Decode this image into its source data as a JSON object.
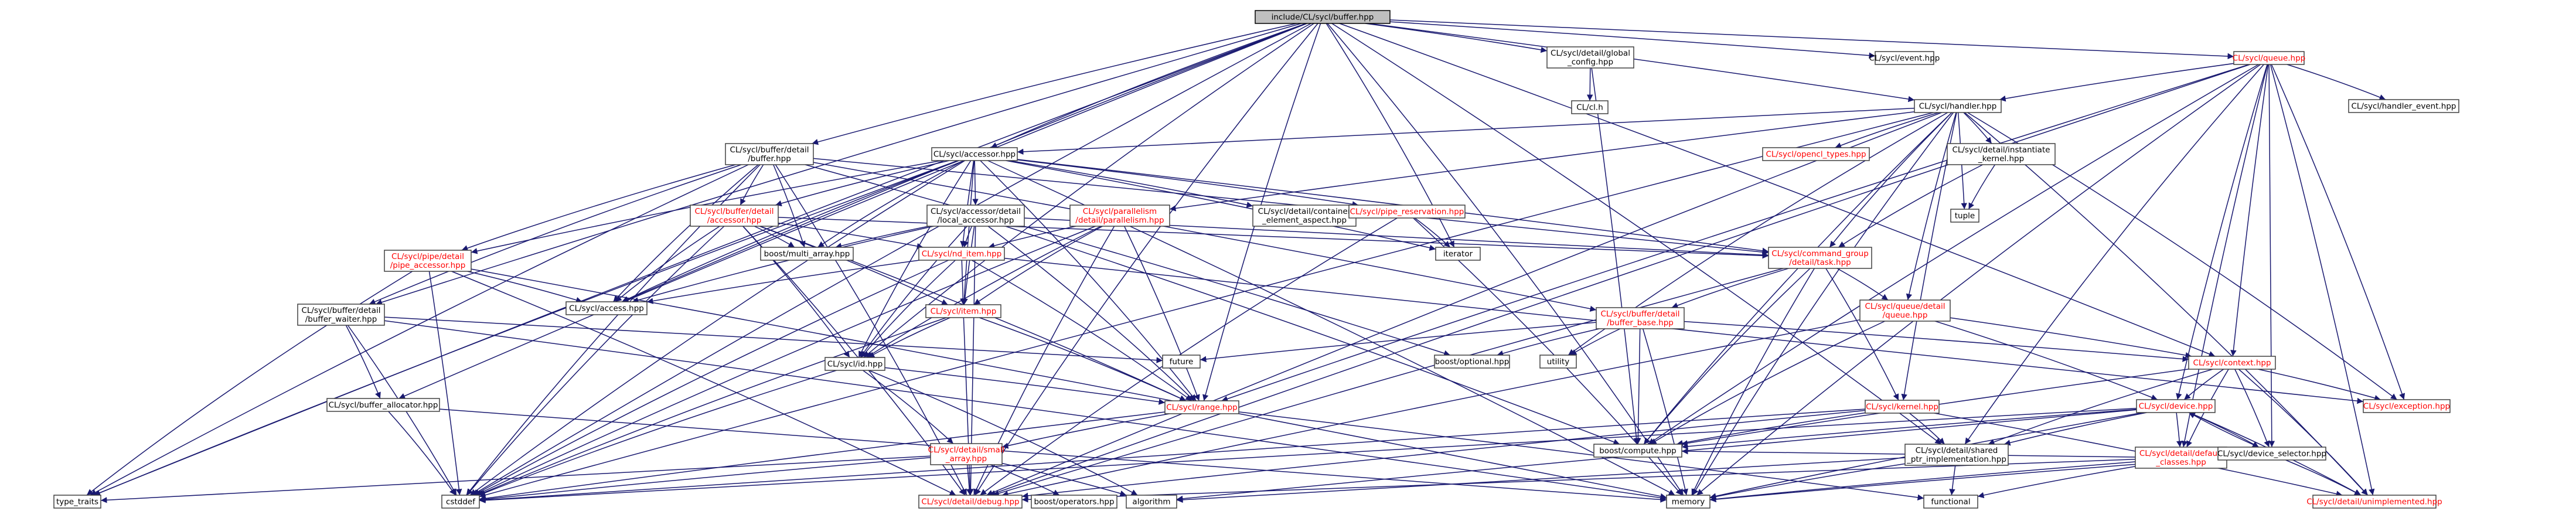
{
  "graph": {
    "colors": {
      "edge": "#191970",
      "root_fill": "#bfbfbf",
      "node_border": "#404040",
      "link_text": "#000000",
      "missing_link_text": "#ff0000"
    },
    "nodes": [
      {
        "id": "root",
        "lines": [
          "include/CL/sycl/buffer.hpp"
        ],
        "root": true,
        "red": false
      },
      {
        "id": "global_config",
        "lines": [
          "CL/sycl/detail/global",
          "_config.hpp"
        ],
        "red": false
      },
      {
        "id": "event",
        "lines": [
          "CL/sycl/event.hpp"
        ],
        "red": false
      },
      {
        "id": "queue",
        "lines": [
          "CL/sycl/queue.hpp"
        ],
        "red": true
      },
      {
        "id": "cl_h",
        "lines": [
          "CL/cl.h"
        ],
        "red": false
      },
      {
        "id": "handler",
        "lines": [
          "CL/sycl/handler.hpp"
        ],
        "red": false
      },
      {
        "id": "handler_event",
        "lines": [
          "CL/sycl/handler_event.hpp"
        ],
        "red": false
      },
      {
        "id": "buf_detail_buffer",
        "lines": [
          "CL/sycl/buffer/detail",
          "/buffer.hpp"
        ],
        "red": false
      },
      {
        "id": "accessor",
        "lines": [
          "CL/sycl/accessor.hpp"
        ],
        "red": false
      },
      {
        "id": "opencl_types",
        "lines": [
          "CL/sycl/opencl_types.hpp"
        ],
        "red": true
      },
      {
        "id": "instantiate_kernel",
        "lines": [
          "CL/sycl/detail/instantiate",
          "_kernel.hpp"
        ],
        "red": false
      },
      {
        "id": "buf_detail_accessor",
        "lines": [
          "CL/sycl/buffer/detail",
          "/accessor.hpp"
        ],
        "red": true
      },
      {
        "id": "acc_local_accessor",
        "lines": [
          "CL/sycl/accessor/detail",
          "/local_accessor.hpp"
        ],
        "red": false
      },
      {
        "id": "parallelism",
        "lines": [
          "CL/sycl/parallelism",
          "/detail/parallelism.hpp"
        ],
        "red": true
      },
      {
        "id": "container_element",
        "lines": [
          "CL/sycl/detail/container",
          "_element_aspect.hpp"
        ],
        "red": false
      },
      {
        "id": "pipe_reservation",
        "lines": [
          "CL/sycl/pipe_reservation.hpp"
        ],
        "red": true
      },
      {
        "id": "tuple",
        "lines": [
          "tuple"
        ],
        "red": false
      },
      {
        "id": "pipe_accessor",
        "lines": [
          "CL/sycl/pipe/detail",
          "/pipe_accessor.hpp"
        ],
        "red": true
      },
      {
        "id": "multi_array",
        "lines": [
          "boost/multi_array.hpp"
        ],
        "red": false
      },
      {
        "id": "nd_item",
        "lines": [
          "CL/sycl/nd_item.hpp"
        ],
        "red": true
      },
      {
        "id": "iterator",
        "lines": [
          "iterator"
        ],
        "red": false
      },
      {
        "id": "cg_task",
        "lines": [
          "CL/sycl/command_group",
          "/detail/task.hpp"
        ],
        "red": true
      },
      {
        "id": "access",
        "lines": [
          "CL/sycl/access.hpp"
        ],
        "red": false
      },
      {
        "id": "buffer_waiter",
        "lines": [
          "CL/sycl/buffer/detail",
          "/buffer_waiter.hpp"
        ],
        "red": false
      },
      {
        "id": "item",
        "lines": [
          "CL/sycl/item.hpp"
        ],
        "red": true
      },
      {
        "id": "buffer_base",
        "lines": [
          "CL/sycl/buffer/detail",
          "/buffer_base.hpp"
        ],
        "red": true
      },
      {
        "id": "queue_detail",
        "lines": [
          "CL/sycl/queue/detail",
          "/queue.hpp"
        ],
        "red": true
      },
      {
        "id": "future",
        "lines": [
          "future"
        ],
        "red": false
      },
      {
        "id": "optional",
        "lines": [
          "boost/optional.hpp"
        ],
        "red": false
      },
      {
        "id": "utility",
        "lines": [
          "utility"
        ],
        "red": false
      },
      {
        "id": "context",
        "lines": [
          "CL/sycl/context.hpp"
        ],
        "red": true
      },
      {
        "id": "id",
        "lines": [
          "CL/sycl/id.hpp"
        ],
        "red": false
      },
      {
        "id": "buffer_allocator",
        "lines": [
          "CL/sycl/buffer_allocator.hpp"
        ],
        "red": false
      },
      {
        "id": "range",
        "lines": [
          "CL/sycl/range.hpp"
        ],
        "red": true
      },
      {
        "id": "kernel",
        "lines": [
          "CL/sycl/kernel.hpp"
        ],
        "red": true
      },
      {
        "id": "device",
        "lines": [
          "CL/sycl/device.hpp"
        ],
        "red": true
      },
      {
        "id": "exception",
        "lines": [
          "CL/sycl/exception.hpp"
        ],
        "red": true
      },
      {
        "id": "small_array",
        "lines": [
          "CL/sycl/detail/small",
          "_array.hpp"
        ],
        "red": true
      },
      {
        "id": "boost_compute",
        "lines": [
          "boost/compute.hpp"
        ],
        "red": false
      },
      {
        "id": "shared_ptr_impl",
        "lines": [
          "CL/sycl/detail/shared",
          "_ptr_implementation.hpp"
        ],
        "red": false
      },
      {
        "id": "default_classes",
        "lines": [
          "CL/sycl/detail/default",
          "_classes.hpp"
        ],
        "red": true
      },
      {
        "id": "device_selector",
        "lines": [
          "CL/sycl/device_selector.hpp"
        ],
        "red": false
      },
      {
        "id": "type_traits",
        "lines": [
          "type_traits"
        ],
        "red": false
      },
      {
        "id": "cstddef",
        "lines": [
          "cstddef"
        ],
        "red": false
      },
      {
        "id": "debug",
        "lines": [
          "CL/sycl/detail/debug.hpp"
        ],
        "red": true
      },
      {
        "id": "boost_operators",
        "lines": [
          "boost/operators.hpp"
        ],
        "red": false
      },
      {
        "id": "algorithm",
        "lines": [
          "algorithm"
        ],
        "red": false
      },
      {
        "id": "memory",
        "lines": [
          "memory"
        ],
        "red": false
      },
      {
        "id": "functional",
        "lines": [
          "functional"
        ],
        "red": false
      },
      {
        "id": "unimplemented",
        "lines": [
          "CL/sycl/detail/unimplemented.hpp"
        ],
        "red": true
      }
    ],
    "edges": [
      [
        "root",
        "global_config"
      ],
      [
        "root",
        "event"
      ],
      [
        "root",
        "queue"
      ],
      [
        "root",
        "handler"
      ],
      [
        "root",
        "buf_detail_buffer"
      ],
      [
        "root",
        "accessor"
      ],
      [
        "root",
        "access"
      ],
      [
        "root",
        "buffer_waiter"
      ],
      [
        "root",
        "buffer_allocator"
      ],
      [
        "root",
        "range"
      ],
      [
        "root",
        "id"
      ],
      [
        "root",
        "type_traits"
      ],
      [
        "root",
        "cstddef"
      ],
      [
        "root",
        "iterator"
      ],
      [
        "root",
        "memory"
      ],
      [
        "root",
        "context"
      ],
      [
        "root",
        "shared_ptr_impl"
      ],
      [
        "root",
        "debug"
      ],
      [
        "global_config",
        "cl_h"
      ],
      [
        "global_config",
        "boost_compute"
      ],
      [
        "queue",
        "handler"
      ],
      [
        "queue",
        "handler_event"
      ],
      [
        "queue",
        "context"
      ],
      [
        "queue",
        "device"
      ],
      [
        "queue",
        "device_selector"
      ],
      [
        "queue",
        "exception"
      ],
      [
        "queue",
        "unimplemented"
      ],
      [
        "queue",
        "memory"
      ],
      [
        "queue",
        "default_classes"
      ],
      [
        "queue",
        "shared_ptr_impl"
      ],
      [
        "queue",
        "debug"
      ],
      [
        "queue",
        "range"
      ],
      [
        "queue",
        "boost_compute"
      ],
      [
        "handler",
        "accessor"
      ],
      [
        "handler",
        "opencl_types"
      ],
      [
        "handler",
        "instantiate_kernel"
      ],
      [
        "handler",
        "parallelism"
      ],
      [
        "handler",
        "cg_task"
      ],
      [
        "handler",
        "queue_detail"
      ],
      [
        "handler",
        "kernel"
      ],
      [
        "handler",
        "boost_compute"
      ],
      [
        "handler",
        "memory"
      ],
      [
        "handler",
        "tuple"
      ],
      [
        "handler",
        "exception"
      ],
      [
        "handler",
        "unimplemented"
      ],
      [
        "handler",
        "cstddef"
      ],
      [
        "handler",
        "utility"
      ],
      [
        "handler",
        "debug"
      ],
      [
        "instantiate_kernel",
        "tuple"
      ],
      [
        "instantiate_kernel",
        "cg_task"
      ],
      [
        "buf_detail_buffer",
        "buf_detail_accessor"
      ],
      [
        "buf_detail_buffer",
        "buffer_base"
      ],
      [
        "buf_detail_buffer",
        "buffer_waiter"
      ],
      [
        "buf_detail_buffer",
        "multi_array"
      ],
      [
        "buf_detail_buffer",
        "access"
      ],
      [
        "buf_detail_buffer",
        "pipe_accessor"
      ],
      [
        "buf_detail_buffer",
        "cg_task"
      ],
      [
        "buf_detail_buffer",
        "optional"
      ],
      [
        "buf_detail_buffer",
        "type_traits"
      ],
      [
        "buf_detail_buffer",
        "cstddef"
      ],
      [
        "buf_detail_buffer",
        "debug"
      ],
      [
        "accessor",
        "buf_detail_accessor"
      ],
      [
        "accessor",
        "acc_local_accessor"
      ],
      [
        "accessor",
        "container_element"
      ],
      [
        "accessor",
        "pipe_reservation"
      ],
      [
        "accessor",
        "pipe_accessor"
      ],
      [
        "accessor",
        "nd_item"
      ],
      [
        "accessor",
        "item"
      ],
      [
        "accessor",
        "id"
      ],
      [
        "accessor",
        "range"
      ],
      [
        "accessor",
        "access"
      ],
      [
        "accessor",
        "multi_array"
      ],
      [
        "accessor",
        "cstddef"
      ],
      [
        "accessor",
        "type_traits"
      ],
      [
        "accessor",
        "iterator"
      ],
      [
        "accessor",
        "cg_task"
      ],
      [
        "accessor",
        "memory"
      ],
      [
        "buf_detail_accessor",
        "multi_array"
      ],
      [
        "buf_detail_accessor",
        "access"
      ],
      [
        "buf_detail_accessor",
        "nd_item"
      ],
      [
        "buf_detail_accessor",
        "item"
      ],
      [
        "buf_detail_accessor",
        "id"
      ],
      [
        "buf_detail_accessor",
        "range"
      ],
      [
        "buf_detail_accessor",
        "cg_task"
      ],
      [
        "buf_detail_accessor",
        "debug"
      ],
      [
        "buf_detail_accessor",
        "cstddef"
      ],
      [
        "acc_local_accessor",
        "multi_array"
      ],
      [
        "acc_local_accessor",
        "access"
      ],
      [
        "acc_local_accessor",
        "nd_item"
      ],
      [
        "acc_local_accessor",
        "item"
      ],
      [
        "acc_local_accessor",
        "id"
      ],
      [
        "acc_local_accessor",
        "range"
      ],
      [
        "acc_local_accessor",
        "cg_task"
      ],
      [
        "acc_local_accessor",
        "debug"
      ],
      [
        "acc_local_accessor",
        "boost_compute"
      ],
      [
        "parallelism",
        "nd_item"
      ],
      [
        "parallelism",
        "item"
      ],
      [
        "parallelism",
        "id"
      ],
      [
        "parallelism",
        "range"
      ],
      [
        "parallelism",
        "cstddef"
      ],
      [
        "parallelism",
        "debug"
      ],
      [
        "pipe_reservation",
        "iterator"
      ],
      [
        "pipe_reservation",
        "memory"
      ],
      [
        "pipe_reservation",
        "debug"
      ],
      [
        "pipe_accessor",
        "access"
      ],
      [
        "pipe_accessor",
        "type_traits"
      ],
      [
        "pipe_accessor",
        "cstddef"
      ],
      [
        "pipe_accessor",
        "debug"
      ],
      [
        "pipe_accessor",
        "memory"
      ],
      [
        "nd_item",
        "item"
      ],
      [
        "nd_item",
        "id"
      ],
      [
        "nd_item",
        "range"
      ],
      [
        "nd_item",
        "access"
      ],
      [
        "nd_item",
        "cstddef"
      ],
      [
        "nd_item",
        "exception"
      ],
      [
        "cg_task",
        "buffer_base"
      ],
      [
        "cg_task",
        "queue_detail"
      ],
      [
        "cg_task",
        "kernel"
      ],
      [
        "cg_task",
        "boost_compute"
      ],
      [
        "cg_task",
        "memory"
      ],
      [
        "cg_task",
        "debug"
      ],
      [
        "buffer_waiter",
        "buffer_allocator"
      ],
      [
        "buffer_waiter",
        "future"
      ],
      [
        "buffer_waiter",
        "cstddef"
      ],
      [
        "buffer_waiter",
        "memory"
      ],
      [
        "item",
        "id"
      ],
      [
        "item",
        "range"
      ],
      [
        "item",
        "cstddef"
      ],
      [
        "item",
        "debug"
      ],
      [
        "buffer_base",
        "future"
      ],
      [
        "buffer_base",
        "optional"
      ],
      [
        "buffer_base",
        "utility"
      ],
      [
        "buffer_base",
        "boost_compute"
      ],
      [
        "buffer_base",
        "memory"
      ],
      [
        "buffer_base",
        "context"
      ],
      [
        "queue_detail",
        "context"
      ],
      [
        "queue_detail",
        "device"
      ],
      [
        "queue_detail",
        "boost_compute"
      ],
      [
        "queue_detail",
        "debug"
      ],
      [
        "context",
        "device"
      ],
      [
        "context",
        "device_selector"
      ],
      [
        "context",
        "exception"
      ],
      [
        "context",
        "unimplemented"
      ],
      [
        "context",
        "boost_compute"
      ],
      [
        "context",
        "shared_ptr_impl"
      ],
      [
        "context",
        "default_classes"
      ],
      [
        "id",
        "small_array"
      ],
      [
        "id",
        "range"
      ],
      [
        "id",
        "cstddef"
      ],
      [
        "id",
        "algorithm"
      ],
      [
        "buffer_allocator",
        "cstddef"
      ],
      [
        "buffer_allocator",
        "memory"
      ],
      [
        "range",
        "small_array"
      ],
      [
        "range",
        "cstddef"
      ],
      [
        "range",
        "functional"
      ],
      [
        "kernel",
        "boost_compute"
      ],
      [
        "kernel",
        "shared_ptr_impl"
      ],
      [
        "kernel",
        "unimplemented"
      ],
      [
        "kernel",
        "cstddef"
      ],
      [
        "kernel",
        "debug"
      ],
      [
        "device",
        "boost_compute"
      ],
      [
        "device",
        "shared_ptr_impl"
      ],
      [
        "device",
        "default_classes"
      ],
      [
        "device",
        "device_selector"
      ],
      [
        "device",
        "unimplemented"
      ],
      [
        "device",
        "memory"
      ],
      [
        "device",
        "algorithm"
      ],
      [
        "device",
        "cstddef"
      ],
      [
        "device_selector",
        "device"
      ],
      [
        "device_selector",
        "unimplemented"
      ],
      [
        "device_selector",
        "memory"
      ],
      [
        "small_array",
        "type_traits"
      ],
      [
        "small_array",
        "cstddef"
      ],
      [
        "small_array",
        "boost_operators"
      ],
      [
        "small_array",
        "algorithm"
      ],
      [
        "small_array",
        "debug"
      ],
      [
        "shared_ptr_impl",
        "memory"
      ],
      [
        "shared_ptr_impl",
        "functional"
      ],
      [
        "shared_ptr_impl",
        "algorithm"
      ],
      [
        "default_classes",
        "boost_compute"
      ],
      [
        "default_classes",
        "memory"
      ],
      [
        "default_classes",
        "functional"
      ],
      [
        "default_classes",
        "debug"
      ]
    ]
  }
}
